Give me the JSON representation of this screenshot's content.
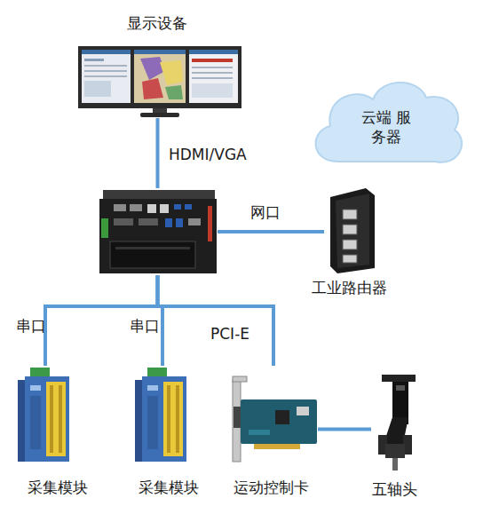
{
  "diagram": {
    "nodes": [
      {
        "text": [
          "显示设备"
        ]
      },
      {
        "text": [
          "云端 服务器"
        ]
      },
      {
        "text": []
      },
      {
        "text": [
          "工业路由器"
        ]
      },
      {
        "text": [
          "采集模块"
        ]
      },
      {
        "text": [
          "采集模块"
        ]
      },
      {
        "text": [
          "运动控制卡"
        ]
      },
      {
        "text": [
          "五轴头"
        ]
      }
    ],
    "edges": [
      {
        "from": 0,
        "to": 2,
        "label": "HDMI/VGA",
        "arrow": "none"
      },
      {
        "from": 2,
        "to": 3,
        "label": "网口",
        "arrow": "none"
      },
      {
        "from": 2,
        "to": 4,
        "label": "串口",
        "arrow": "none"
      },
      {
        "from": 2,
        "to": 5,
        "label": "串口",
        "arrow": "none"
      },
      {
        "from": 2,
        "to": 6,
        "label": "PCI-E",
        "arrow": "none"
      },
      {
        "from": 6,
        "to": 7,
        "arrow": "none"
      }
    ]
  }
}
